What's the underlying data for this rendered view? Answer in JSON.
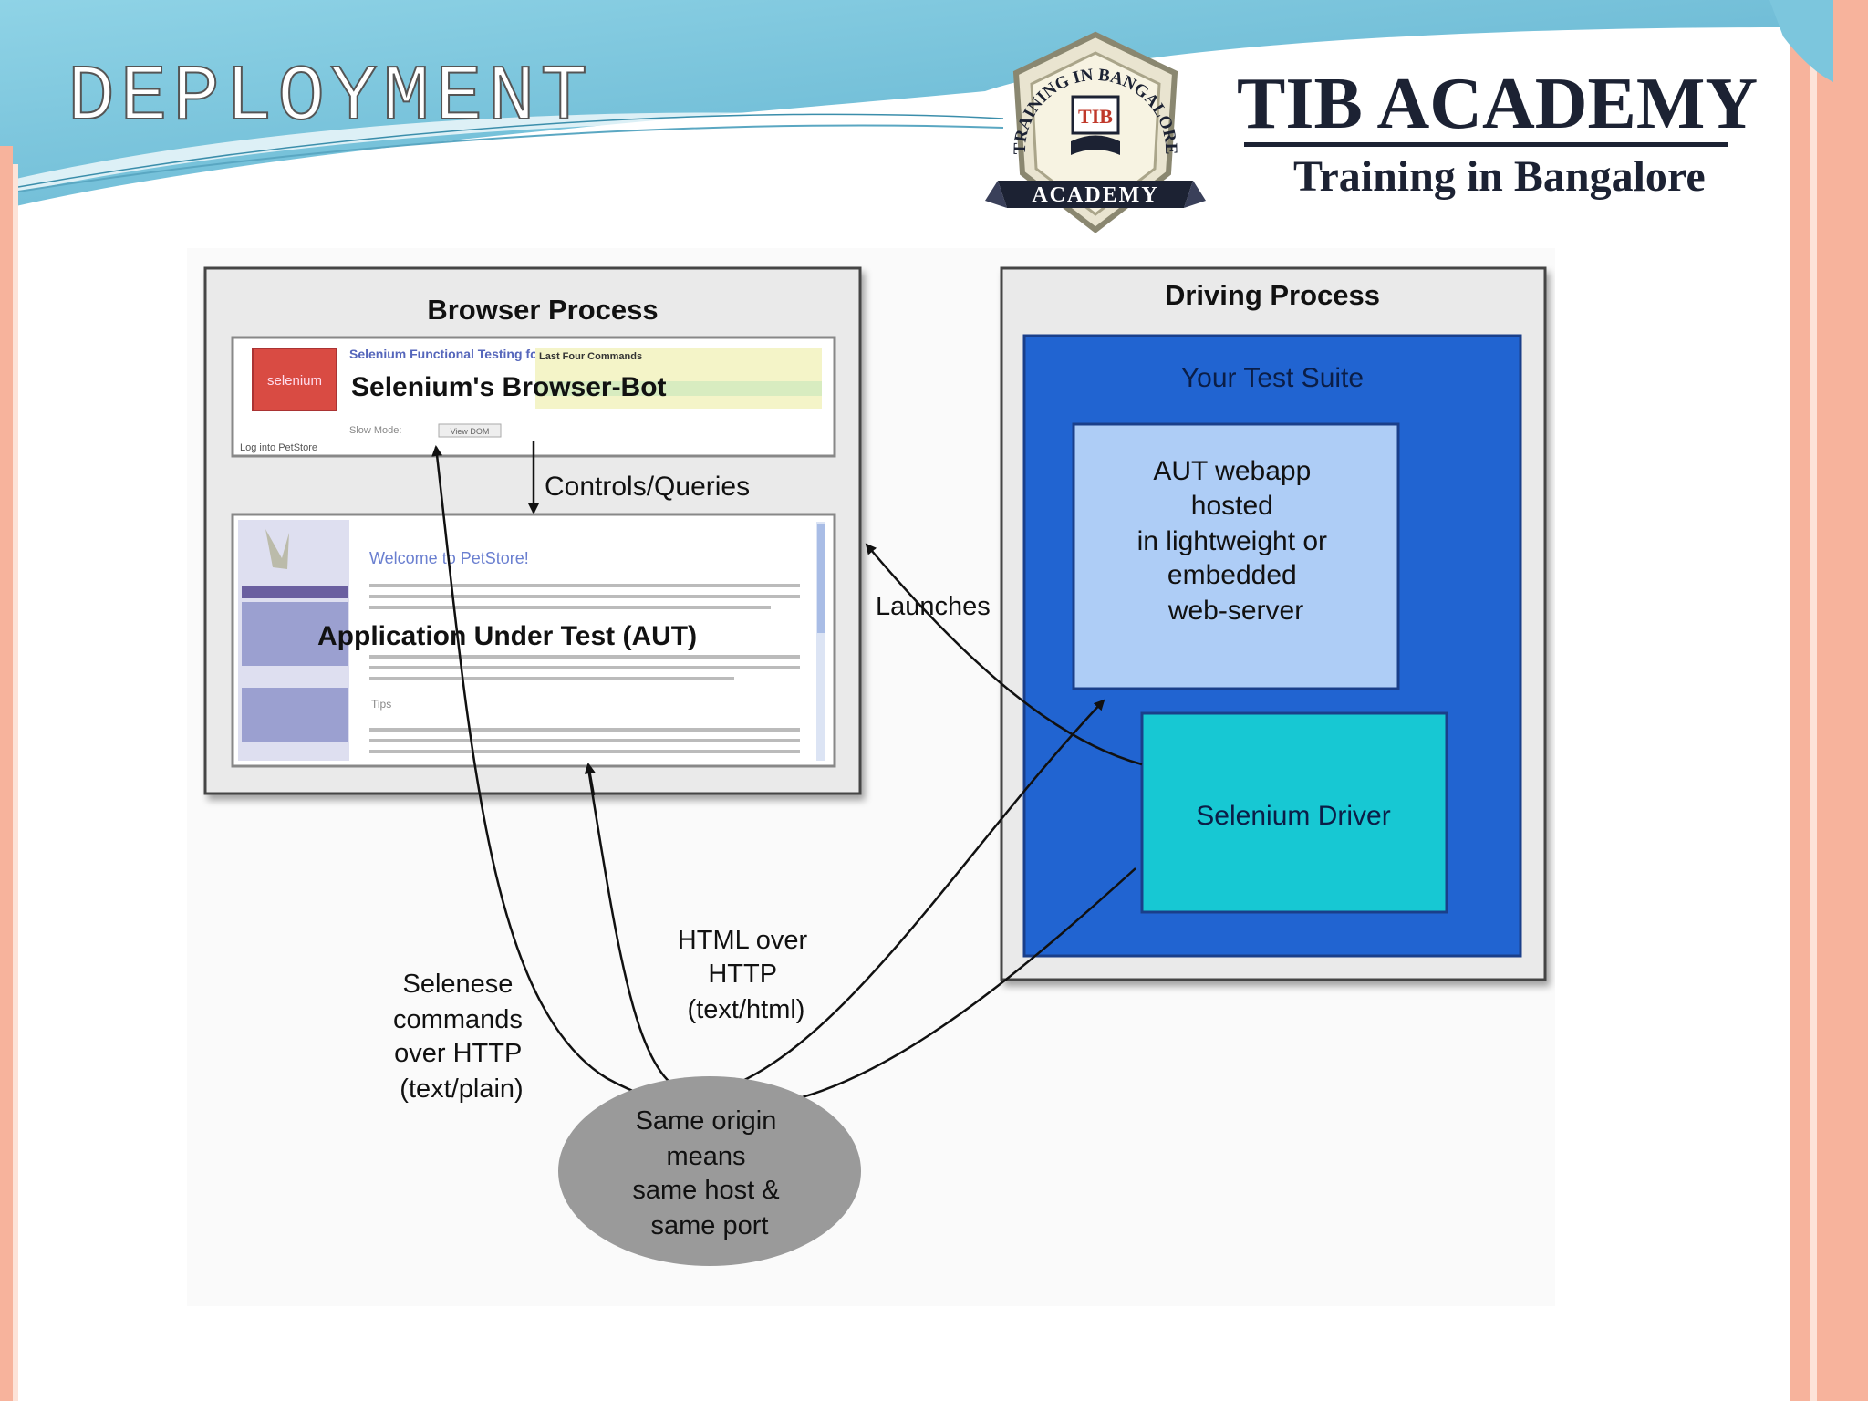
{
  "slide": {
    "title": "DEPLOYMENT",
    "colors": {
      "teal_header": "#7cc6dd",
      "salmon_border": "#f7b39c",
      "navy_text": "#1c2233"
    }
  },
  "logo": {
    "brand_name": "TIB ACADEMY",
    "tagline": "Training in Bangalore",
    "badge": {
      "arc_text": "TRAINING IN BANGALORE",
      "ribbon_text": "ACADEMY",
      "monogram": "TIB"
    }
  },
  "diagram": {
    "browser_process": {
      "title": "Browser Process",
      "browser_bot_label": "Selenium's Browser-Bot",
      "aut_label": "Application Under Test (AUT)",
      "controls_queries_label": "Controls/Queries",
      "bot_screenshot": {
        "logo_text": "selenium",
        "heading": "Selenium Functional Testing for Web Apps",
        "commands_header": "Last Four Commands",
        "slow_mode": "Slow Mode:",
        "view_dom": "View DOM",
        "footer": "Log into PetStore"
      },
      "aut_screenshot": {
        "welcome": "Welcome to PetStore!",
        "tips": "Tips"
      }
    },
    "driving_process": {
      "title": "Driving Process",
      "test_suite_label": "Your Test Suite",
      "aut_webapp_lines": [
        "AUT webapp",
        "hosted",
        "in lightweight or",
        "embedded",
        "web-server"
      ],
      "selenium_driver_label": "Selenium Driver"
    },
    "launches_label": "Launches",
    "html_over_http_lines": [
      "HTML over",
      "HTTP",
      "(text/html)"
    ],
    "selenese_lines": [
      "Selenese",
      "commands",
      "over HTTP",
      "(text/plain)"
    ],
    "same_origin_lines": [
      "Same origin",
      "means",
      "same host &",
      "same port"
    ]
  }
}
